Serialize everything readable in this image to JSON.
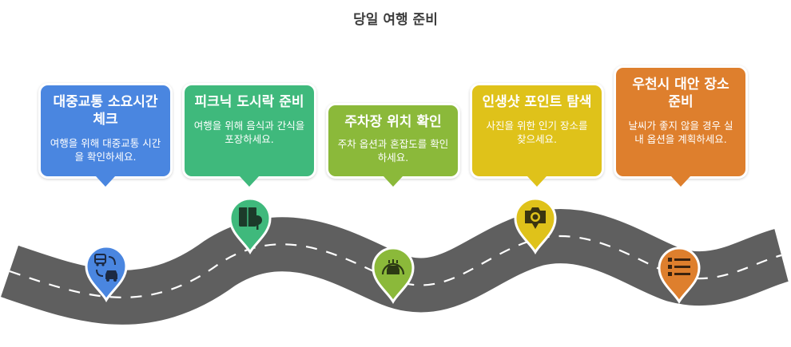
{
  "title": "당일 여행 준비",
  "colors": {
    "road": "#5f5f5f",
    "step1": "#4a86e0",
    "step2": "#3fb97c",
    "step3": "#8bb93a",
    "step4": "#dfc21a",
    "step5": "#de7f2d"
  },
  "steps": [
    {
      "title": "대중교통 소요시간 체크",
      "description": "여행을 위해 대중교통 시간을 확인하세요.",
      "icon": "bus-car-icon"
    },
    {
      "title": "피크닉 도시락 준비",
      "description": "여행을 위해 음식과 간식을 포장하세요.",
      "icon": "picnic-basket-icon"
    },
    {
      "title": "주차장 위치 확인",
      "description": "주차 옵션과 혼잡도를 확인하세요.",
      "icon": "parking-car-icon"
    },
    {
      "title": "인생샷 포인트 탐색",
      "description": "사진을 위한 인기 장소를 찾으세요.",
      "icon": "camera-location-icon"
    },
    {
      "title": "우천시 대안 장소 준비",
      "description": "날씨가 좋지 않을 경우 실내 옵션을 계획하세요.",
      "icon": "checklist-icon"
    }
  ]
}
